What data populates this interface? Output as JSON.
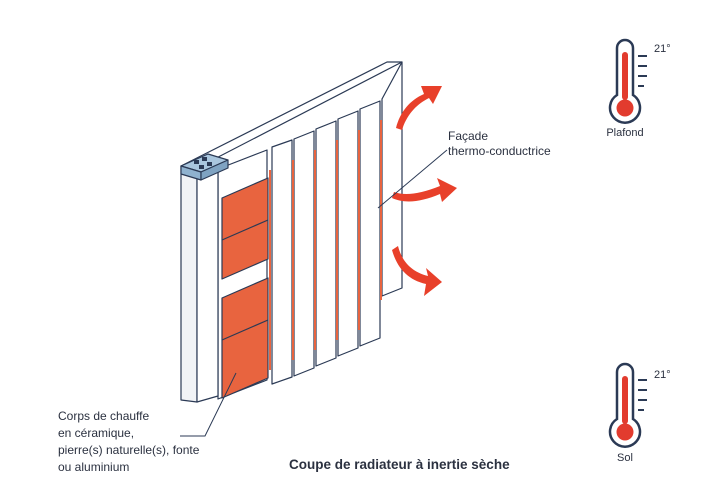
{
  "labels": {
    "facade_line1": "Façade",
    "facade_line2": "thermo-conductrice",
    "core_line1": "Corps de chauffe",
    "core_line2": "en céramique,",
    "core_line3": "pierre(s) naturelle(s), fonte",
    "core_line4": "ou aluminium",
    "caption": "Coupe de radiateur à inertie sèche"
  },
  "thermometers": {
    "ceiling": {
      "temperature": "21°",
      "location": "Plafond"
    },
    "floor": {
      "temperature": "21°",
      "location": "Sol"
    }
  },
  "colors": {
    "outline": "#2b3a55",
    "heat_orange": "#e8643f",
    "heat_arrow": "#e8402a",
    "control_box": "#a9c6de",
    "panel_grey": "#e9ecf0",
    "thermo_red": "#e23b2e"
  }
}
